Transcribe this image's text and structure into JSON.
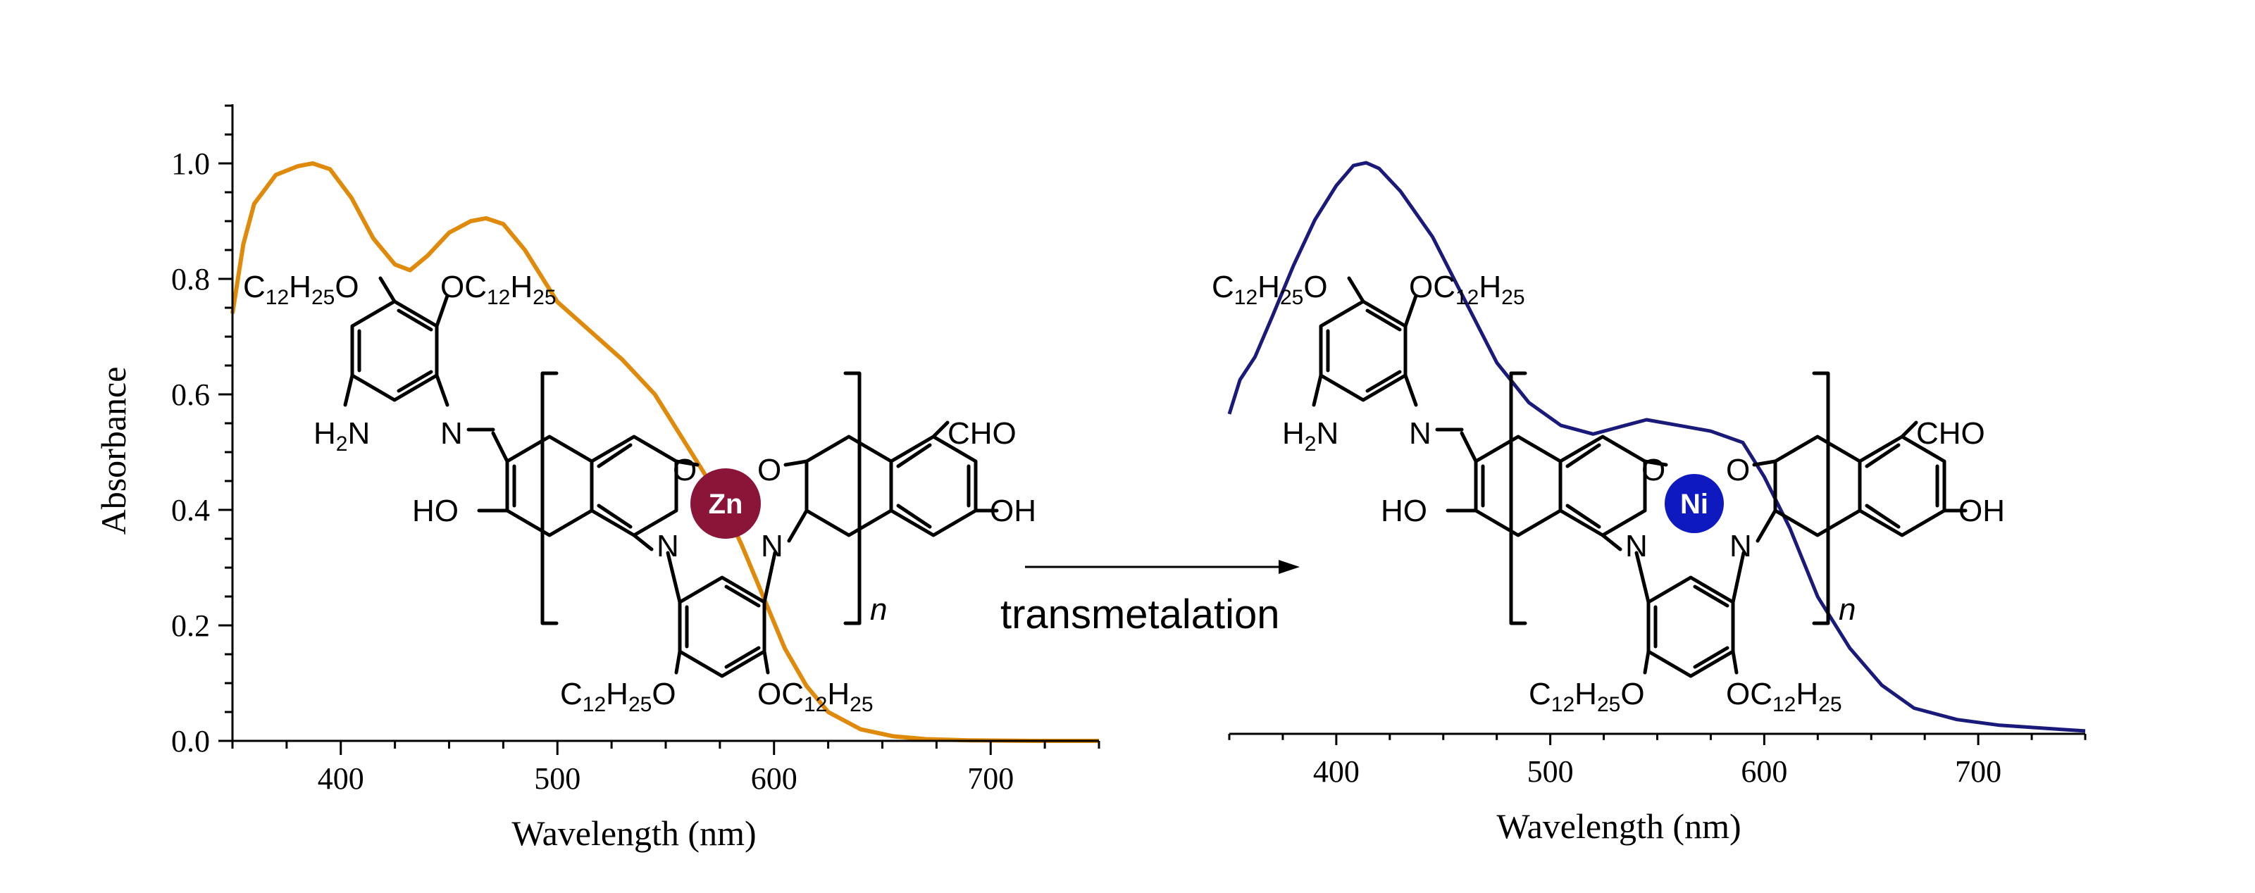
{
  "chart_data": [
    {
      "type": "line",
      "title": "",
      "xlabel": "Wavelength (nm)",
      "ylabel": "Absorbance",
      "xlim": [
        350,
        750
      ],
      "ylim": [
        0,
        1.1
      ],
      "xticks": [
        400,
        500,
        600,
        700
      ],
      "yticks": [
        0.0,
        0.2,
        0.4,
        0.6,
        0.8,
        1.0
      ],
      "ytick_labels": [
        "0.0",
        "0.2",
        "0.4",
        "0.6",
        "0.8",
        "1.0"
      ],
      "color": "#E08A0C",
      "series": [
        {
          "x": [
            350,
            355,
            360,
            370,
            380,
            387,
            395,
            405,
            415,
            425,
            432,
            440,
            450,
            460,
            467,
            475,
            485,
            500,
            515,
            530,
            545,
            560,
            575,
            585,
            595,
            605,
            615,
            625,
            640,
            655,
            670,
            690,
            720,
            750
          ],
          "y": [
            0.74,
            0.86,
            0.93,
            0.98,
            0.995,
            1.0,
            0.99,
            0.94,
            0.87,
            0.825,
            0.815,
            0.84,
            0.88,
            0.9,
            0.905,
            0.895,
            0.85,
            0.76,
            0.71,
            0.66,
            0.6,
            0.51,
            0.42,
            0.34,
            0.25,
            0.16,
            0.095,
            0.05,
            0.02,
            0.008,
            0.003,
            0.001,
            0.0,
            0.0
          ]
        }
      ],
      "structure": {
        "metal": "Zn",
        "metal_color": "#8A1538",
        "labels": {
          "top_left": [
            "C",
            "12",
            "H",
            "25",
            "O"
          ],
          "top_right": [
            "OC",
            "12",
            "H",
            "25"
          ],
          "amine": [
            "H",
            "2",
            "N"
          ],
          "imine_left": "N",
          "imine_bottom_left": "N",
          "imine_bottom_right": "N",
          "oxygen_left": "O",
          "oxygen_right": "O",
          "hydroxyl_left": "HO",
          "hydroxyl_right": "OH",
          "aldehyde": "CHO",
          "repeat": "n",
          "bottom_left": [
            "C",
            "12",
            "H",
            "25",
            "O"
          ],
          "bottom_right": [
            "OC",
            "12",
            "H",
            "25"
          ]
        }
      }
    },
    {
      "type": "line",
      "title": "",
      "xlabel": "Wavelength (nm)",
      "ylabel": "",
      "xlim": [
        350,
        750
      ],
      "ylim": [
        0,
        1.1
      ],
      "xticks": [
        400,
        500,
        600,
        700
      ],
      "yticks": [],
      "color": "#1A1A7A",
      "series": [
        {
          "x": [
            350,
            355,
            362,
            370,
            380,
            390,
            400,
            408,
            414,
            420,
            430,
            445,
            460,
            475,
            490,
            505,
            520,
            535,
            545,
            560,
            575,
            590,
            600,
            612,
            625,
            640,
            655,
            670,
            690,
            710,
            730,
            750
          ],
          "y": [
            0.56,
            0.62,
            0.66,
            0.73,
            0.82,
            0.9,
            0.96,
            0.995,
            1.0,
            0.99,
            0.95,
            0.87,
            0.76,
            0.65,
            0.58,
            0.54,
            0.525,
            0.54,
            0.55,
            0.54,
            0.53,
            0.51,
            0.45,
            0.36,
            0.24,
            0.15,
            0.085,
            0.045,
            0.025,
            0.015,
            0.01,
            0.005
          ]
        }
      ],
      "structure": {
        "metal": "Ni",
        "metal_color": "#0E1ABF",
        "labels": {
          "top_left": [
            "C",
            "12",
            "H",
            "25",
            "O"
          ],
          "top_right": [
            "OC",
            "12",
            "H",
            "25"
          ],
          "amine": [
            "H",
            "2",
            "N"
          ],
          "imine_left": "N",
          "imine_bottom_left": "N",
          "imine_bottom_right": "N",
          "oxygen_left": "O",
          "oxygen_right": "O",
          "hydroxyl_left": "HO",
          "hydroxyl_right": "OH",
          "aldehyde": "CHO",
          "repeat": "n",
          "bottom_left": [
            "C",
            "12",
            "H",
            "25",
            "O"
          ],
          "bottom_right": [
            "OC",
            "12",
            "H",
            "25"
          ]
        }
      }
    }
  ],
  "arrow": {
    "label": "transmetalation"
  }
}
